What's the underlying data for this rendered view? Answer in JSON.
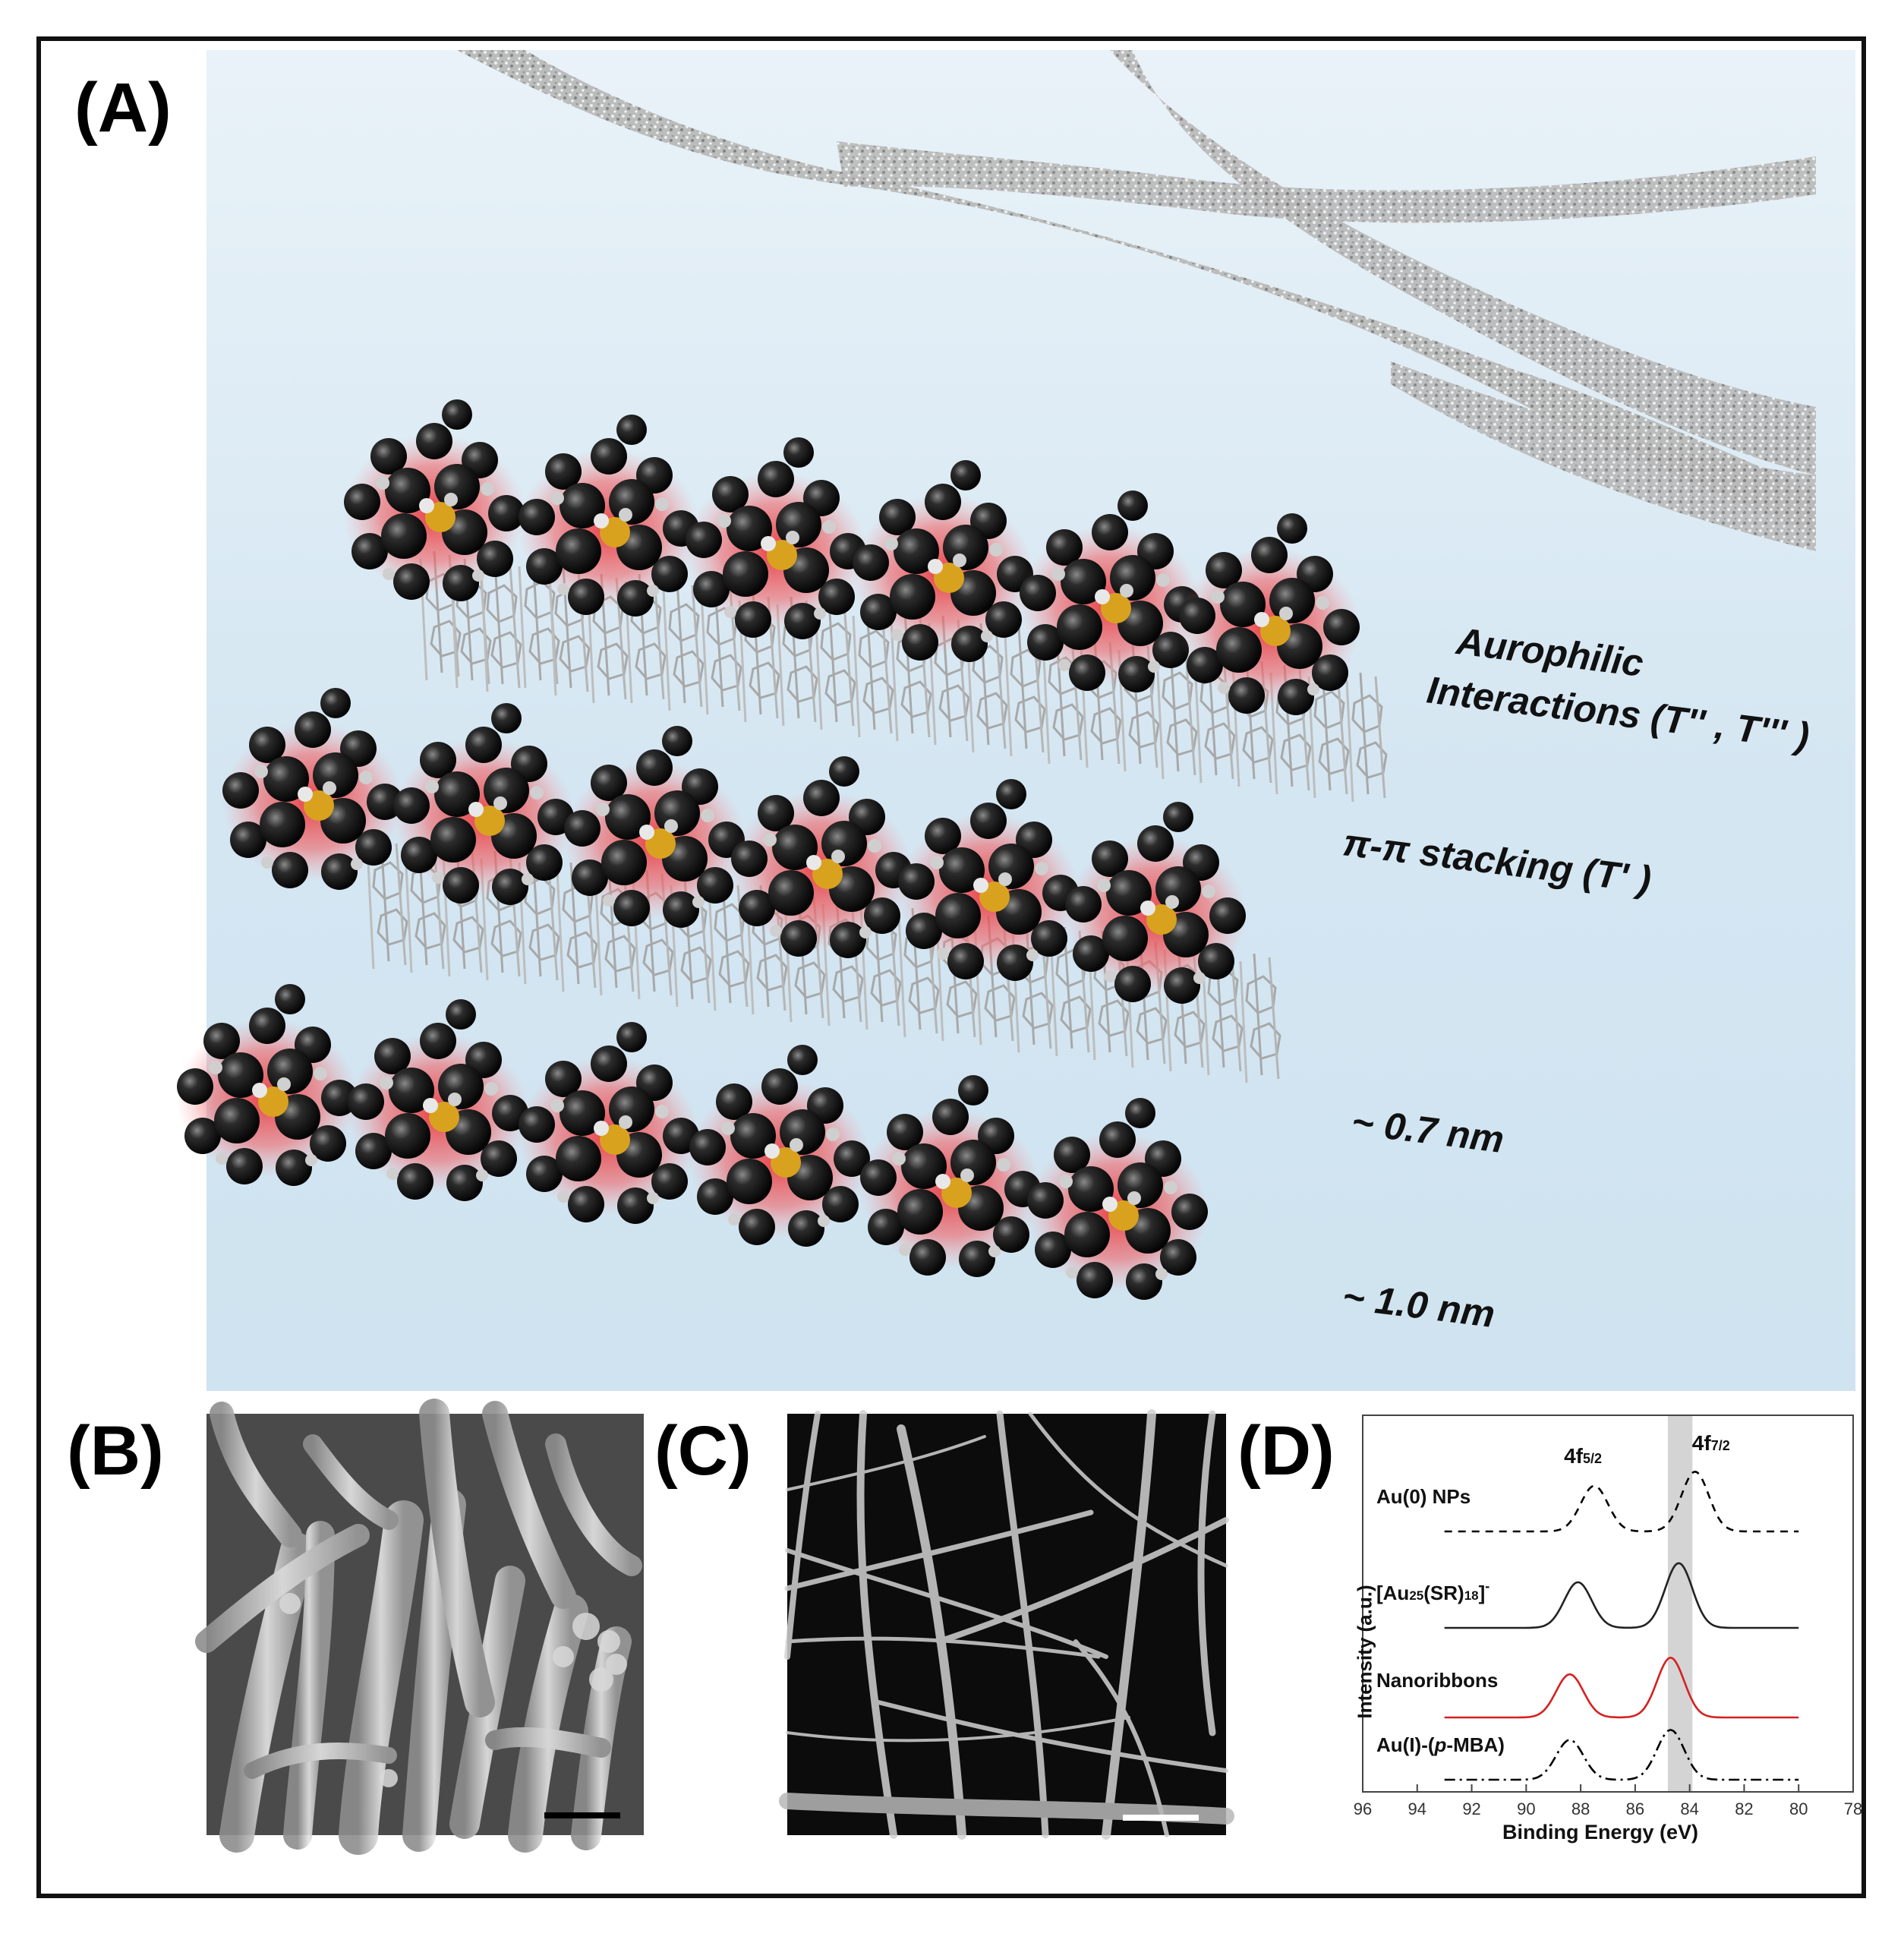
{
  "panels": {
    "a": "(A)",
    "b": "(B)",
    "c": "(C)",
    "d": "(D)"
  },
  "panelA": {
    "aurophilic_line1": "Aurophilic",
    "aurophilic_line2": "Interactions (T'' , T''' )",
    "pi_stacking": "π-π stacking (T' )",
    "dist_small": "~ 0.7 nm",
    "dist_large": "~ 1.0 nm"
  },
  "colors": {
    "frame": "#111111",
    "glow": "#e8383c",
    "au_core": "#d9a21e",
    "ribbon": "#a8a8a8",
    "highlight_band": "#d4d4d4",
    "nanoribbon_trace": "#d62020"
  },
  "chart_data": {
    "type": "line",
    "xlabel": "Binding Energy (eV)",
    "ylabel": "Intensity (a.u.)",
    "xlim": [
      96,
      78
    ],
    "x_ticks": [
      96,
      94,
      92,
      90,
      88,
      86,
      84,
      82,
      80,
      78
    ],
    "x_reversed": true,
    "grid": false,
    "highlight_band_x": [
      84.8,
      83.9
    ],
    "peak_labels": [
      {
        "text": "4f",
        "sub": "5/2",
        "x": 88.0
      },
      {
        "text": "4f",
        "sub": "7/2",
        "x": 83.3
      }
    ],
    "series": [
      {
        "name": "Au(0) NPs",
        "style": "dashed",
        "color": "#000000",
        "x_range": [
          93,
          80
        ],
        "peaks": [
          {
            "x": 87.5,
            "height": 0.55
          },
          {
            "x": 83.8,
            "height": 0.72
          }
        ]
      },
      {
        "name": "[Au25(SR)18]-",
        "style": "solid",
        "color": "#222222",
        "x_range": [
          93,
          80
        ],
        "peaks": [
          {
            "x": 88.1,
            "height": 0.55
          },
          {
            "x": 84.4,
            "height": 0.78
          }
        ]
      },
      {
        "name": "Nanoribbons",
        "style": "solid",
        "color": "#d62020",
        "x_range": [
          93,
          80
        ],
        "peaks": [
          {
            "x": 88.4,
            "height": 0.52
          },
          {
            "x": 84.7,
            "height": 0.72
          }
        ]
      },
      {
        "name": "Au(I)-(p-MBA)",
        "style": "dashdot",
        "color": "#000000",
        "x_range": [
          93,
          80
        ],
        "peaks": [
          {
            "x": 88.4,
            "height": 0.48
          },
          {
            "x": 84.7,
            "height": 0.6
          }
        ]
      }
    ]
  }
}
